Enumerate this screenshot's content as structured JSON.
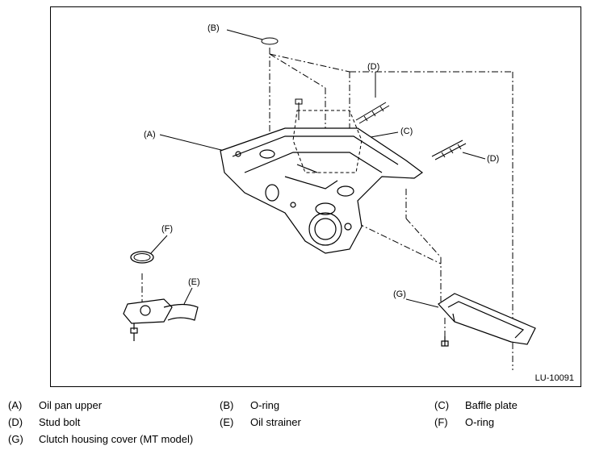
{
  "figure": {
    "id": "LU-10091",
    "callouts": {
      "A": "(A)",
      "B": "(B)",
      "C": "(C)",
      "D1": "(D)",
      "D2": "(D)",
      "E": "(E)",
      "F": "(F)",
      "G": "(G)"
    }
  },
  "legend": [
    {
      "key": "(A)",
      "text": "Oil pan upper"
    },
    {
      "key": "(B)",
      "text": "O-ring"
    },
    {
      "key": "(C)",
      "text": "Baffle plate"
    },
    {
      "key": "(D)",
      "text": "Stud bolt"
    },
    {
      "key": "(E)",
      "text": "Oil strainer"
    },
    {
      "key": "(F)",
      "text": "O-ring"
    },
    {
      "key": "(G)",
      "text": "Clutch housing cover (MT model)"
    }
  ]
}
